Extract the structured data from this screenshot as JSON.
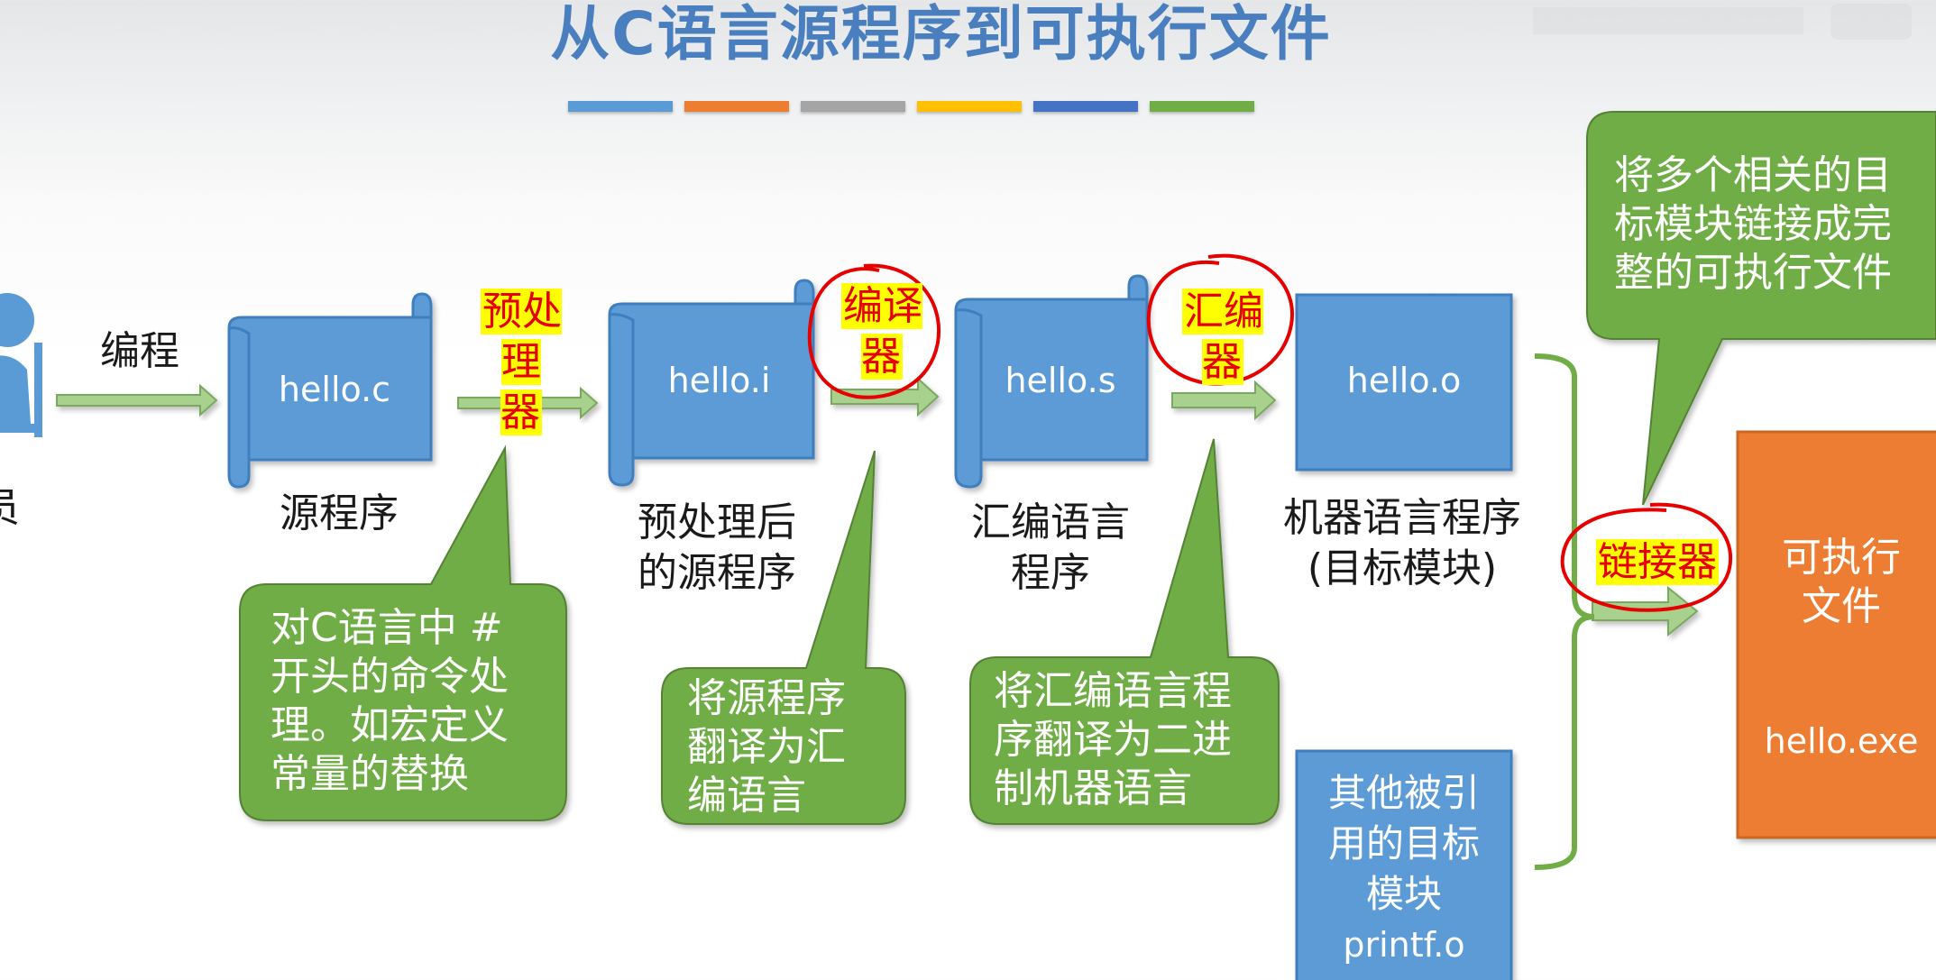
{
  "title": "从C语言源程序到可执行文件",
  "colors": {
    "title": "#4a7fbf",
    "box_blue": "#5b9bd5",
    "box_orange": "#ed7d31",
    "bubble_green": "#70ad47",
    "arrow_green": "#a9d18e",
    "highlight": "#ffff00",
    "highlight_text": "#e60000",
    "circle": "#e60000"
  },
  "color_bar": [
    "#5b9bd5",
    "#ed7d31",
    "#a5a5a5",
    "#ffc000",
    "#4472c4",
    "#70ad47"
  ],
  "programmer_label_fragment": "员",
  "steps": {
    "edit": "编程",
    "preprocess": "预处理\n器",
    "compile": "编译\n器",
    "assemble": "汇编\n器",
    "link": "链接器"
  },
  "files": {
    "source": {
      "name": "hello.c",
      "caption": "源程序"
    },
    "preprocessed": {
      "name": "hello.i",
      "caption": "预处理后\n的源程序"
    },
    "assembly": {
      "name": "hello.s",
      "caption": "汇编语言\n程序"
    },
    "object": {
      "name": "hello.o",
      "caption": "机器语言程序\n(目标模块)"
    },
    "other": {
      "text": "其他被引\n用的目标\n模块",
      "name": "printf.o"
    },
    "executable": {
      "text": "可执行\n文件",
      "name": "hello.exe"
    }
  },
  "callouts": {
    "preprocess": "对C语言中 #\n开头的命令处\n理。如宏定义\n常量的替换",
    "compile": "将源程序\n翻译为汇\n编语言",
    "assemble": "将汇编语言程\n序翻译为二进\n制机器语言",
    "link": "将多个相关的目\n标模块链接成完\n整的可执行文件"
  }
}
